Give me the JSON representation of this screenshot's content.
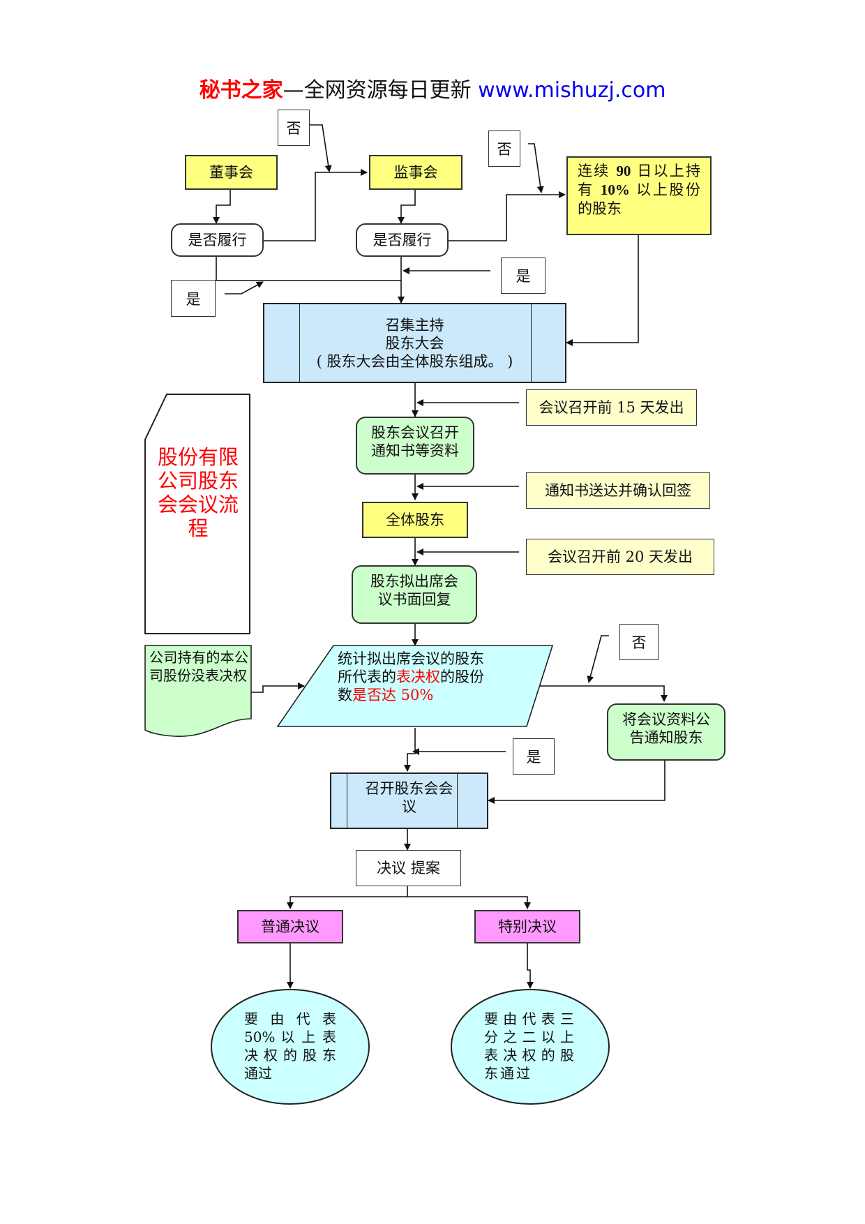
{
  "header": {
    "brand": "秘书之家",
    "middle": "—全网资源每日更新",
    "url": "www.mishuzj.com"
  },
  "nodes": {
    "board": "董事会",
    "supervisors": "监事会",
    "perform_1": "是否履行",
    "perform_2": "是否履行",
    "shareholders_90": {
      "p1": "连续 ",
      "b1": "90",
      "p2": " 日以上持有 ",
      "b2": "10%",
      "p3": " 以上股份的股东"
    },
    "convene": {
      "line1": "召集主持",
      "line2": "股东大会",
      "line3": "( 股东大会由全体股东组成。 )"
    },
    "notice_15": "会议召开前 15 天发出",
    "notice_docs": "股东会议召开通知书等资料",
    "delivery_confirm": "通知书送达并确认回签",
    "all_shareholders": "全体股东",
    "notice_20": "会议召开前 20 天发出",
    "reply": "股东拟出席会议书面回复",
    "side_title": "股份有限公司股东会会议流程",
    "company_shares": "公司持有的本公司股份没表决权",
    "count": {
      "p1": "统计拟出席会议的股东所代表的",
      "r1": "表决权",
      "p2": "的股份数",
      "r2": "是否达 50%"
    },
    "announce": "将会议资料公告通知股东",
    "hold_meeting": "召开股东会会议",
    "resolution": "决议 提案",
    "ordinary": "普通决议",
    "special": "特别决议",
    "ordinary_pass": "要 由 代 表 50% 以 上 表 决 权 的 股 东 通过",
    "special_pass": "要由代表三分之二以上表决权的股东通过"
  },
  "labels": {
    "no_1": "否",
    "no_2": "否",
    "no_3": "否",
    "yes_1": "是",
    "yes_2": "是",
    "yes_3": "是"
  }
}
